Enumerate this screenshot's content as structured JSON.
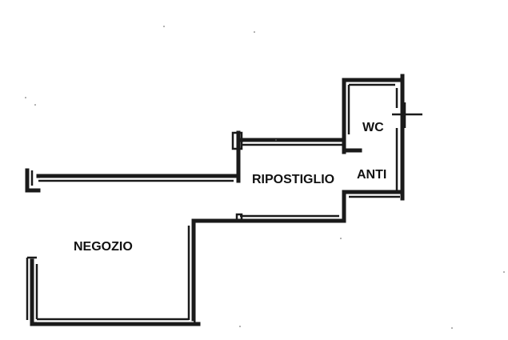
{
  "rooms": [
    {
      "id": "negozio",
      "label": "NEGOZIO"
    },
    {
      "id": "ripostiglio",
      "label": "RIPOSTIGLIO"
    },
    {
      "id": "wc",
      "label": "WC"
    },
    {
      "id": "anti",
      "label": "ANTI"
    }
  ],
  "colors": {
    "wall": "#1a1a1a",
    "background": "#ffffff",
    "text": "#111111"
  }
}
